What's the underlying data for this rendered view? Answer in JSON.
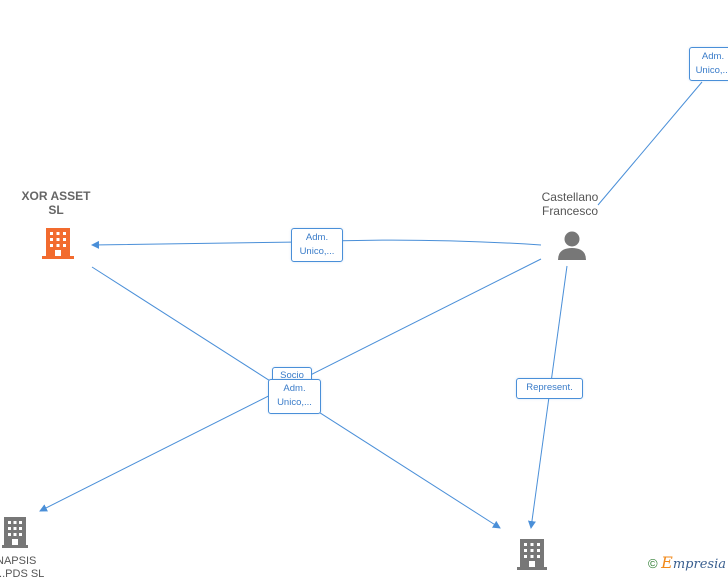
{
  "nodes": {
    "xor_asset": {
      "label_line1": "XOR ASSET",
      "label_line2": "SL",
      "color": "#f26b2e"
    },
    "castellano": {
      "label_line1": "Castellano",
      "label_line2": "Francesco",
      "color": "#777777"
    },
    "napsis": {
      "label_line1": "NAPSIS",
      "label_line2": "...PDS SL",
      "color": "#777777"
    },
    "bottom_company": {
      "color": "#777777"
    }
  },
  "edges": {
    "adm_top_right": {
      "line1": "Adm.",
      "line2": "Unico,..."
    },
    "adm_to_xor": {
      "line1": "Adm.",
      "line2": "Unico,..."
    },
    "socio": {
      "label": "Socio"
    },
    "adm_center": {
      "line1": "Adm.",
      "line2": "Unico,..."
    },
    "represent": {
      "label": "Represent."
    }
  },
  "edge_color": "#4a8fd8",
  "brand": {
    "copyright": "©",
    "e": "E",
    "rest": "mpresia"
  }
}
